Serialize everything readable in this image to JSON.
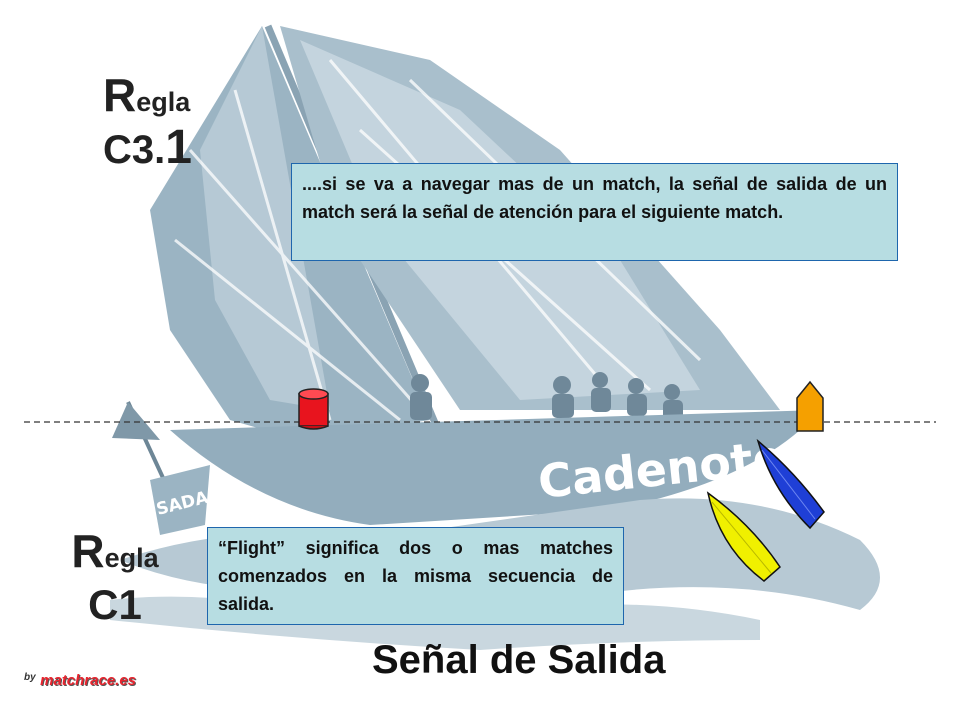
{
  "slide": {
    "rule_top": {
      "word": "Regla",
      "initial": "R",
      "rest": "egla",
      "code": "C3.1",
      "code_main": "C3.",
      "code_last": "1"
    },
    "rule_bottom": {
      "word": "Regla",
      "initial": "R",
      "rest": "egla",
      "code": "C1"
    },
    "note_top": "....si se va a navegar mas de un match, la señal de salida de un match será la señal de atención para el siguiente match.",
    "note_bottom": "“Flight” significa dos o mas matches comenzados en la misma secuencia de salida.",
    "signal_title": "Señal de Salida",
    "credit_by": "by",
    "credit_site": "matchrace.es",
    "background_hull_text": "Cadenote",
    "background_buoy_text": "SADA"
  },
  "colors": {
    "sail_tint": "#93adbd",
    "note_bg": "#b7dde2",
    "note_border": "#1e66ad",
    "mark_red": "#e8141e",
    "mark_orange": "#f5a000",
    "boat_blue": "#1f3fd6",
    "boat_yellow": "#f0f000",
    "credit_red": "#e8242e"
  },
  "icons": [
    "sailboat-illustration",
    "buoy-flag-icon",
    "red-mark-icon",
    "orange-mark-icon",
    "blue-boat-icon",
    "yellow-boat-icon"
  ]
}
